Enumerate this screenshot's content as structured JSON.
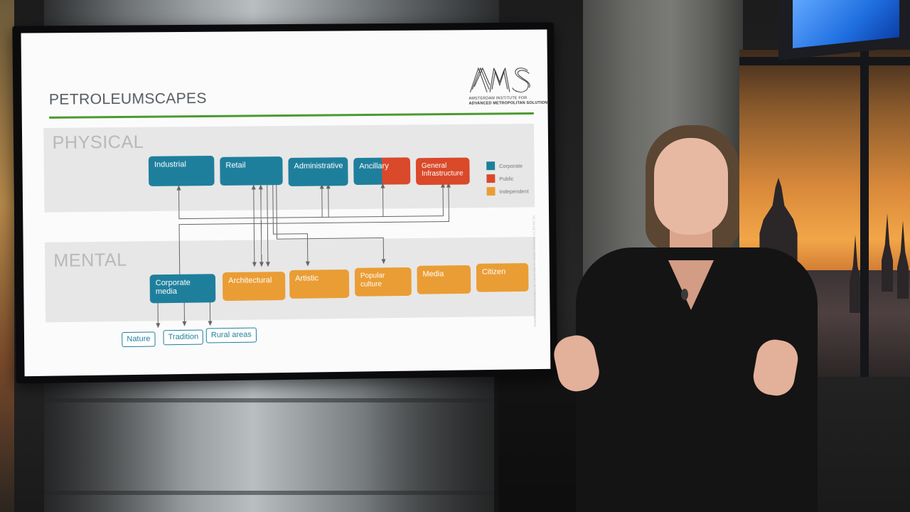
{
  "slide": {
    "title": "PETROLEUMSCAPES",
    "logo": {
      "mark": "AMS",
      "line1": "AMSTERDAM INSTITUTE FOR",
      "line2": "ADVANCED METROPOLITAN SOLUTIONS"
    },
    "physical": {
      "label": "PHYSICAL",
      "boxes": [
        "Industrial",
        "Retail",
        "Administrative",
        "Ancillary",
        "General Infrastructure"
      ]
    },
    "mental": {
      "label": "MENTAL",
      "boxes": [
        "Corporate media",
        "Architectural",
        "Artistic",
        "Popular culture",
        "Media",
        "Citizen"
      ]
    },
    "sub_boxes": [
      "Nature",
      "Tradition",
      "Rural areas"
    ],
    "legend": [
      {
        "label": "Corporate",
        "color": "#1e7f9c"
      },
      {
        "label": "Public",
        "color": "#d9492a"
      },
      {
        "label": "Independent",
        "color": "#ea9d34"
      }
    ],
    "credit": "Essential Petroleumscapes By Carola Hein & Carolyn Overbeek CC BY-NC-SA"
  },
  "colors": {
    "accent_rule": "#4a9a2f",
    "corporate": "#1e7f9c",
    "public": "#d9492a",
    "independent": "#ea9d34"
  }
}
